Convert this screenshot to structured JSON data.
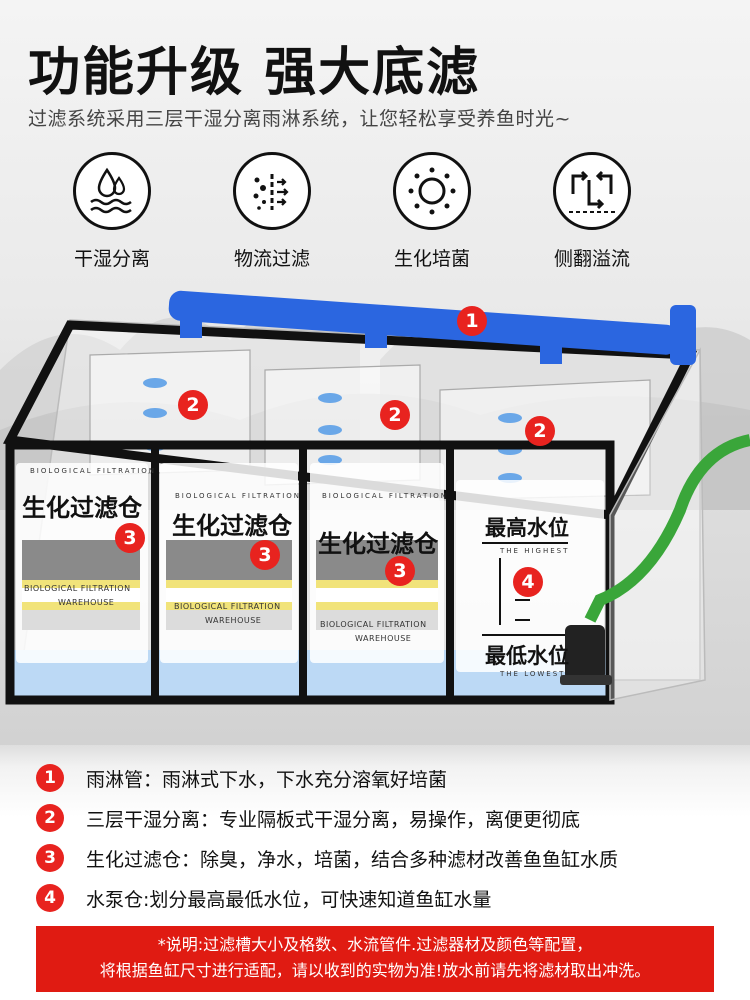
{
  "header": {
    "title": "功能升级 强大底滤",
    "subtitle": "过滤系统采用三层干湿分离雨淋系统，让您轻松享受养鱼时光~"
  },
  "features": [
    {
      "label": "干湿分离",
      "icon": "water-drops-icon"
    },
    {
      "label": "物流过滤",
      "icon": "filter-particles-icon"
    },
    {
      "label": "生化培菌",
      "icon": "bacteria-circle-icon"
    },
    {
      "label": "侧翻溢流",
      "icon": "overflow-arrows-icon"
    }
  ],
  "illustration": {
    "panels": [
      {
        "label": "生化过滤仓",
        "top_text": "BIOLOGICAL FILTRATION",
        "bottom_text": "BIOLOGICAL FILTRATION",
        "bottom_text2": "WAREHOUSE"
      },
      {
        "label": "生化过滤仓",
        "top_text": "BIOLOGICAL FILTRATION",
        "bottom_text": "BIOLOGICAL FILTRATION",
        "bottom_text2": "WAREHOUSE"
      },
      {
        "label": "生化过滤仓",
        "top_text": "BIOLOGICAL FILTRATION",
        "bottom_text": "BIOLOGICAL FILTRATION",
        "bottom_text2": "WAREHOUSE"
      }
    ],
    "water_high": "最高水位",
    "water_high_en": "THE HIGHEST",
    "water_low": "最低水位",
    "water_low_en": "THE LOWEST",
    "badges": [
      "1",
      "2",
      "2",
      "2",
      "3",
      "3",
      "3",
      "4"
    ],
    "colors": {
      "pipe": "#2b66e0",
      "badge": "#e8231f",
      "hose": "#3aa63a",
      "frame": "#111111"
    }
  },
  "legend": [
    {
      "num": "1",
      "text": "雨淋管：雨淋式下水，下水充分溶氧好培菌"
    },
    {
      "num": "2",
      "text": "三层干湿分离：专业隔板式干湿分离，易操作，离便更彻底"
    },
    {
      "num": "3",
      "text": "生化过滤仓：除臭，净水，培菌，结合多种滤材改善鱼鱼缸水质"
    },
    {
      "num": "4",
      "text": "水泵仓:划分最高最低水位，可快速知道鱼缸水量"
    }
  ],
  "note": {
    "line1": "*说明:过滤槽大小及格数、水流管件.过滤器材及颜色等配置，",
    "line2": "将根据鱼缸尺寸进行适配，请以收到的实物为准!放水前请先将滤材取出冲洗。",
    "color": "#e01b12"
  }
}
